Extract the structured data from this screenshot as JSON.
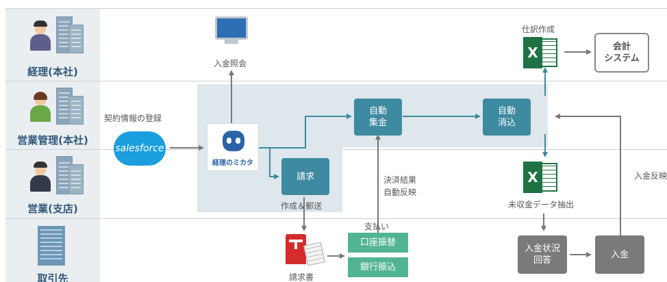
{
  "lanes": [
    {
      "label": "経理(本社)"
    },
    {
      "label": "営業管理(本社)"
    },
    {
      "label": "営業(支店)"
    },
    {
      "label": "取引先"
    }
  ],
  "labels": {
    "nyukin_shokai": "入金照会",
    "keiyaku": "契約情報の登録",
    "shiwake": "仕訳作成",
    "sakusei_yuso": "作成＆郵送",
    "kessai_1": "決済結果",
    "kessai_2": "自動反映",
    "shiharai": "支払い",
    "mishukin": "未収金データ抽出",
    "nyukin_hanei": "入金反映",
    "seikyusho": "請求書"
  },
  "boxes": {
    "jido_shukin_1": "自動",
    "jido_shukin_2": "集金",
    "jido_shokomi_1": "自動",
    "jido_shokomi_2": "消込",
    "seikyu": "請求",
    "kaikei_1": "会計",
    "kaikei_2": "システム",
    "koza_furikae": "口座振替",
    "ginko_furikomi": "銀行振込",
    "nyukin_jokyo_1": "入金状況",
    "nyukin_jokyo_2": "回答",
    "nyukin": "入金"
  },
  "logos": {
    "salesforce": "salesforce",
    "mikata": "経理のミカタ",
    "excel": "X"
  },
  "colors": {
    "teal": "#3e8aa0",
    "green": "#52b591",
    "gray": "#7a7a7a",
    "lane_label": "#2f587c",
    "salesforce": "#1b9ede",
    "excel": "#1f7244",
    "arrow": "#777777"
  }
}
